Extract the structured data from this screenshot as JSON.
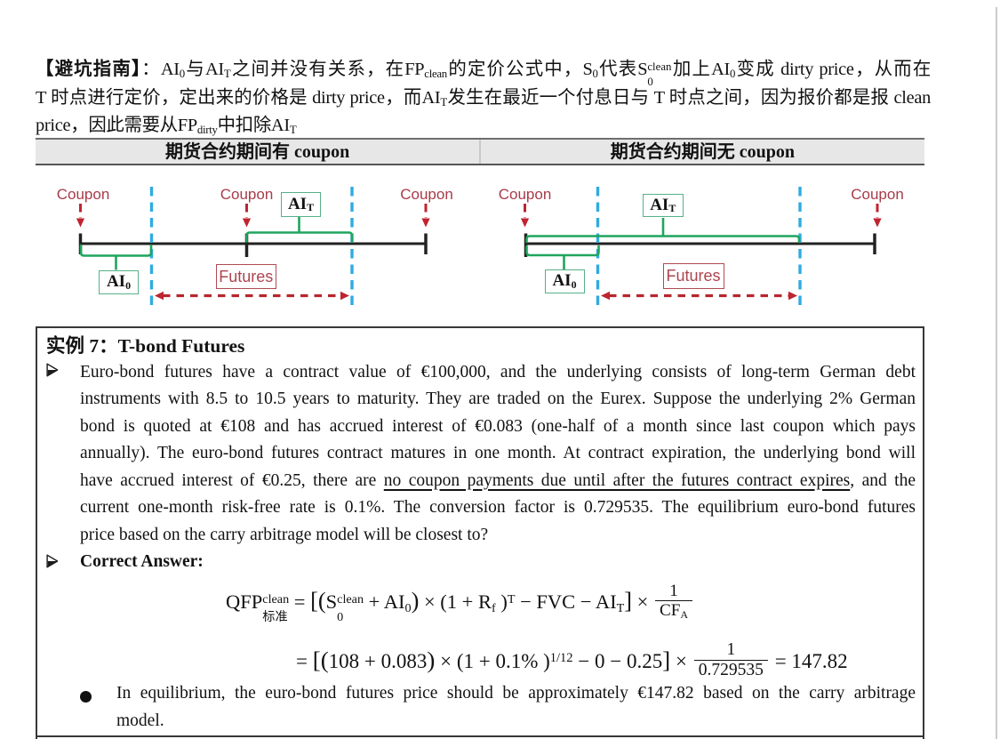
{
  "glyphs": {
    "arrow_bullet": "➢"
  },
  "colors": {
    "coupon_red": "#a83b49",
    "arrow_red": "#bf2431",
    "futures_red": "#b63844",
    "bracket_green": "#1fa55e",
    "ai_box_green": "#57b189",
    "dash_blue": "#3cb3e8",
    "header_gray": "#e7e7e7"
  },
  "intro": {
    "lines": [
      [
        {
          "s": "b",
          "t": "【避坑指南】"
        },
        {
          "t": "：AI"
        },
        {
          "s": "sub",
          "t": "0"
        },
        {
          "t": "与AI"
        },
        {
          "s": "sub",
          "t": "T"
        },
        {
          "t": "之间并没有关系，在FP"
        },
        {
          "s": "sub",
          "t": "clean"
        },
        {
          "t": "的定价公式中，S"
        },
        {
          "s": "sub",
          "t": "0"
        },
        {
          "t": "代表S"
        },
        {
          "stack": {
            "sup": "clean",
            "sub": "0"
          }
        },
        {
          "t": "加上AI"
        },
        {
          "s": "sub",
          "t": "0"
        },
        {
          "t": "变成 dirty price，从而在"
        }
      ],
      [
        {
          "t": "T 时点进行定价，定出来的价格是 dirty price，而AI"
        },
        {
          "s": "sub",
          "t": "T"
        },
        {
          "t": "发生在最近一个付息日与 T 时点之间，因为报价都是报 clean"
        }
      ],
      [
        {
          "t": "price，因此需要从FP"
        },
        {
          "s": "sub",
          "t": "dirty"
        },
        {
          "t": "中扣除AI"
        },
        {
          "s": "sub",
          "t": "T"
        }
      ]
    ]
  },
  "table_header": {
    "left": "期货合约期间有 coupon",
    "right": "期货合约期间无 coupon"
  },
  "diagrams": {
    "left": {
      "coupons": [
        "Coupon",
        "Coupon",
        "Coupon"
      ],
      "ai0": [
        {
          "t": "AI"
        },
        {
          "s": "sub",
          "t": "0"
        }
      ],
      "ait": [
        {
          "t": "AI"
        },
        {
          "s": "sub",
          "t": "T"
        }
      ],
      "futures": "Futures"
    },
    "right": {
      "coupons": [
        "Coupon",
        "Coupon"
      ],
      "ai0": [
        {
          "t": "AI"
        },
        {
          "s": "sub",
          "t": "0"
        }
      ],
      "ait": [
        {
          "t": "AI"
        },
        {
          "s": "sub",
          "t": "T"
        }
      ],
      "futures": "Futures"
    }
  },
  "example": {
    "title": "实例 7：T-bond Futures",
    "question_lines": [
      [
        {
          "t": "Euro-bond futures have a contract value of €100,000, and the underlying consists of long-term German debt"
        }
      ],
      [
        {
          "t": "instruments with 8.5 to 10.5 years to maturity. They are traded on the Eurex. Suppose the underlying 2% German"
        }
      ],
      [
        {
          "t": "bond is quoted at €108 and has accrued interest of €0.083 (one-half of a month since last coupon which pays"
        }
      ],
      [
        {
          "t": "annually). The euro-bond futures contract matures in one month. At contract expiration, the underlying bond will"
        }
      ],
      [
        {
          "t": "have accrued interest of €0.25, there are "
        },
        {
          "s": "u",
          "t": "no coupon payments due until after the futures contract expires"
        },
        {
          "t": ", and the"
        }
      ],
      [
        {
          "t": "current one-month risk-free rate is 0.1%. The conversion factor is 0.729535. The equilibrium euro-bond futures"
        }
      ],
      [
        {
          "t": "price based on the carry arbitrage model will be closest to?"
        }
      ]
    ],
    "answer_label": "Correct Answer:",
    "formula1": [
      {
        "t": "QFP"
      },
      {
        "stack": {
          "sup": "clean",
          "sub": "标准"
        }
      },
      {
        "t": " = "
      },
      {
        "s": "big",
        "t": "[("
      },
      {
        "t": "S"
      },
      {
        "stack": {
          "sup": "clean",
          "sub": "0"
        }
      },
      {
        "t": " + AI"
      },
      {
        "s": "sub",
        "t": "0"
      },
      {
        "s": "big",
        "t": ")"
      },
      {
        "t": " × (1 + R"
      },
      {
        "s": "sub",
        "t": "f"
      },
      {
        "t": " )"
      },
      {
        "s": "sup",
        "t": "T"
      },
      {
        "t": " − FVC − AI"
      },
      {
        "s": "sub",
        "t": "T"
      },
      {
        "s": "big",
        "t": "]"
      },
      {
        "t": " × "
      },
      {
        "frac": {
          "num": [
            {
              "t": "1"
            }
          ],
          "den": [
            {
              "t": "CF"
            },
            {
              "s": "sub",
              "t": "A"
            }
          ]
        }
      }
    ],
    "formula2": [
      {
        "t": "= "
      },
      {
        "s": "big",
        "t": "[("
      },
      {
        "t": "108 + 0.083"
      },
      {
        "s": "big",
        "t": ")"
      },
      {
        "t": " × (1 + 0.1% )"
      },
      {
        "s": "sup",
        "t": "1/12"
      },
      {
        "t": " − 0 − 0.25"
      },
      {
        "s": "big",
        "t": "]"
      },
      {
        "t": " × "
      },
      {
        "frac": {
          "num": [
            {
              "t": "1"
            }
          ],
          "den": [
            {
              "t": "0.729535"
            }
          ]
        }
      },
      {
        "t": " = 147.82"
      }
    ],
    "conclusion_lines": [
      [
        {
          "t": "In equilibrium, the euro-bond futures price should be approximately €147.82 based on the carry arbitrage"
        }
      ],
      [
        {
          "t": "model."
        }
      ]
    ]
  }
}
